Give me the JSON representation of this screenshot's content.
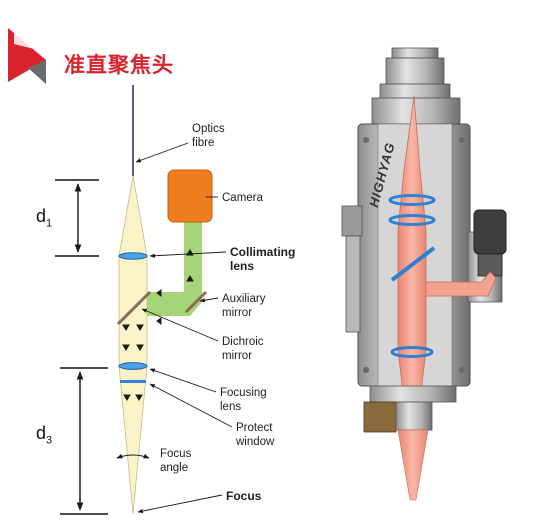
{
  "title": "准直聚焦头",
  "colors": {
    "brand_red": "#d9232d",
    "brand_gray": "#6b6b6b",
    "beam_fill": "#fbf3c8",
    "camera_orange": "#f07d1e",
    "camera_path_green": "#a6d577",
    "lens_blue": "#2f7fd3",
    "mirror_brown": "#8b6a5a",
    "cutaway_beam_pink": "#f4a18f"
  },
  "dimensions": {
    "d1": {
      "base": "d",
      "sub": "1"
    },
    "d3": {
      "base": "d",
      "sub": "3"
    }
  },
  "labels": {
    "optics_fibre": "Optics\nfibre",
    "camera": "Camera",
    "collimating_lens": "Collimating\nlens",
    "auxiliary_mirror": "Auxiliary\nmirror",
    "dichroic_mirror": "Dichroic\nmirror",
    "focusing_lens": "Focusing\nlens",
    "protect_window": "Protect\nwindow",
    "focus_angle": "Focus\nangle",
    "focus": "Focus"
  },
  "cutaway": {
    "brand_text": "HIGHYAG",
    "icons": [
      "laser-head-cutaway-illustration"
    ]
  }
}
